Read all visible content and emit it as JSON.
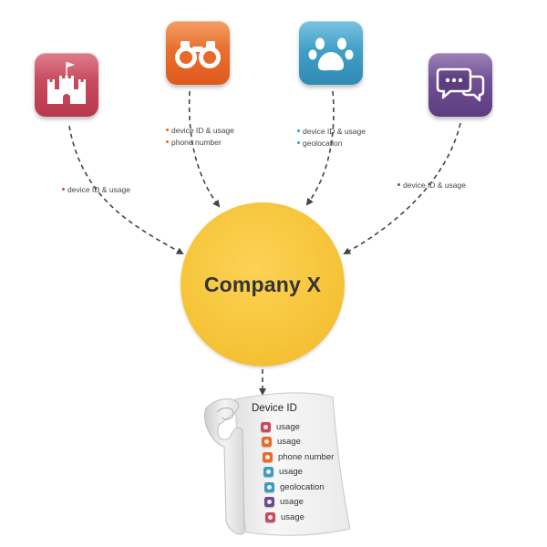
{
  "colors": {
    "castle": "#c9495e",
    "binoculars": "#ea6a27",
    "paw": "#3c9bc4",
    "chat": "#6c4a8e",
    "company": "#f6c439",
    "arrow": "#444444"
  },
  "sources": [
    {
      "icon": "castle-icon",
      "notes": [
        "device ID & usage"
      ]
    },
    {
      "icon": "binoculars-icon",
      "notes": [
        "device ID & usage",
        "phone number"
      ]
    },
    {
      "icon": "paw-icon",
      "notes": [
        "device ID & usage",
        "geolocation"
      ]
    },
    {
      "icon": "chat-bubbles-icon",
      "notes": [
        "device ID & usage"
      ]
    }
  ],
  "center": {
    "label": "Company X"
  },
  "scroll": {
    "title": "Device ID",
    "items": [
      {
        "label": "usage",
        "icon": "castle-icon"
      },
      {
        "label": "usage",
        "icon": "binoculars-icon"
      },
      {
        "label": "phone number",
        "icon": "binoculars-icon"
      },
      {
        "label": "usage",
        "icon": "paw-icon"
      },
      {
        "label": "geolocation",
        "icon": "paw-icon"
      },
      {
        "label": "usage",
        "icon": "chat-bubbles-icon"
      },
      {
        "label": "usage",
        "icon": "castle-icon"
      }
    ]
  }
}
